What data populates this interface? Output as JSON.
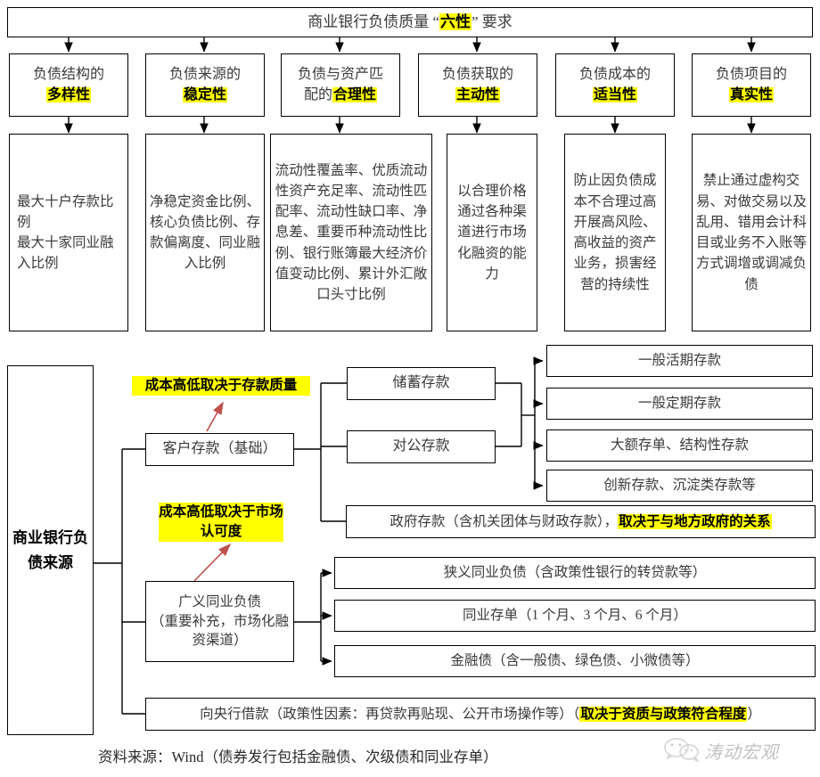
{
  "top_chart": {
    "title_prefix": "商业银行负债质量 “",
    "title_highlight": "六性",
    "title_suffix": "” 要求",
    "categories": [
      {
        "prefix": "负债结构的",
        "highlight": "多样性",
        "detail": "最大十户存款比例\n最大十家同业融入比例"
      },
      {
        "prefix": "负债来源的",
        "highlight": "稳定性",
        "detail": "净稳定资金比例、核心负债比例、存款偏离度、同业融入比例"
      },
      {
        "prefix": "负债与资产匹配的",
        "highlight": "合理性",
        "detail": "流动性覆盖率、优质流动性资产充足率、流动性匹配率、流动性缺口率、净息差、重要币种流动性比例、银行账簿最大经济价值变动比例、累计外汇敞口头寸比例"
      },
      {
        "prefix": "负债获取的",
        "highlight": "主动性",
        "detail": "以合理价格通过各种渠道进行市场化融资的能力"
      },
      {
        "prefix": "负债成本的",
        "highlight": "适当性",
        "detail": "防止因负债成本不合理过高开展高风险、高收益的资产业务，损害经营的持续性"
      },
      {
        "prefix": "负债项目的",
        "highlight": "真实性",
        "detail": "禁止通过虚构交易、对做交易以及乱用、错用会计科目或业务不入账等方式调增或调减负债"
      }
    ]
  },
  "bottom_chart": {
    "root": "商业银行负债来源",
    "branches": [
      {
        "label": "客户存款（基础）"
      },
      {
        "label": "广义同业负债\n（重要补充，市场化融资渠道）"
      },
      {
        "label_plain": "向央行借款（政策性因素：再贷款再贴现、公开市场操作等）（",
        "label_highlight": "取决于资质与政策符合程度",
        "label_tail": "）"
      }
    ],
    "deposit_children": [
      {
        "label": "储蓄存款"
      },
      {
        "label": "对公存款"
      }
    ],
    "deposit_leaves": [
      {
        "label": "一般活期存款"
      },
      {
        "label": "一般定期存款"
      },
      {
        "label": "大额存单、结构性存款"
      },
      {
        "label": "创新存款、沉淀类存款等"
      }
    ],
    "government_deposit": {
      "plain": "政府存款（含机关团体与财政存款），",
      "highlight": "取决于与地方政府的关系"
    },
    "interbank_leaves": [
      {
        "label": "狭义同业负债（含政策性银行的转贷款等）"
      },
      {
        "label": "同业存单（1 个月、3 个月、6 个月）"
      },
      {
        "label": "金融债（含一般债、绿色债、小微债等）"
      }
    ],
    "annotations": [
      {
        "text": "成本高低取决于存款质量"
      },
      {
        "text": "成本高低取决于市场认可度"
      }
    ]
  },
  "footer": "资料来源：Wind（债券发行包括金融债、次级债和同业存单）",
  "watermark": "涛动宏观",
  "colors": {
    "highlight": "#ffff00",
    "arrow_red": "#c0504d",
    "line": "#000000",
    "text": "#3a3a3a"
  }
}
